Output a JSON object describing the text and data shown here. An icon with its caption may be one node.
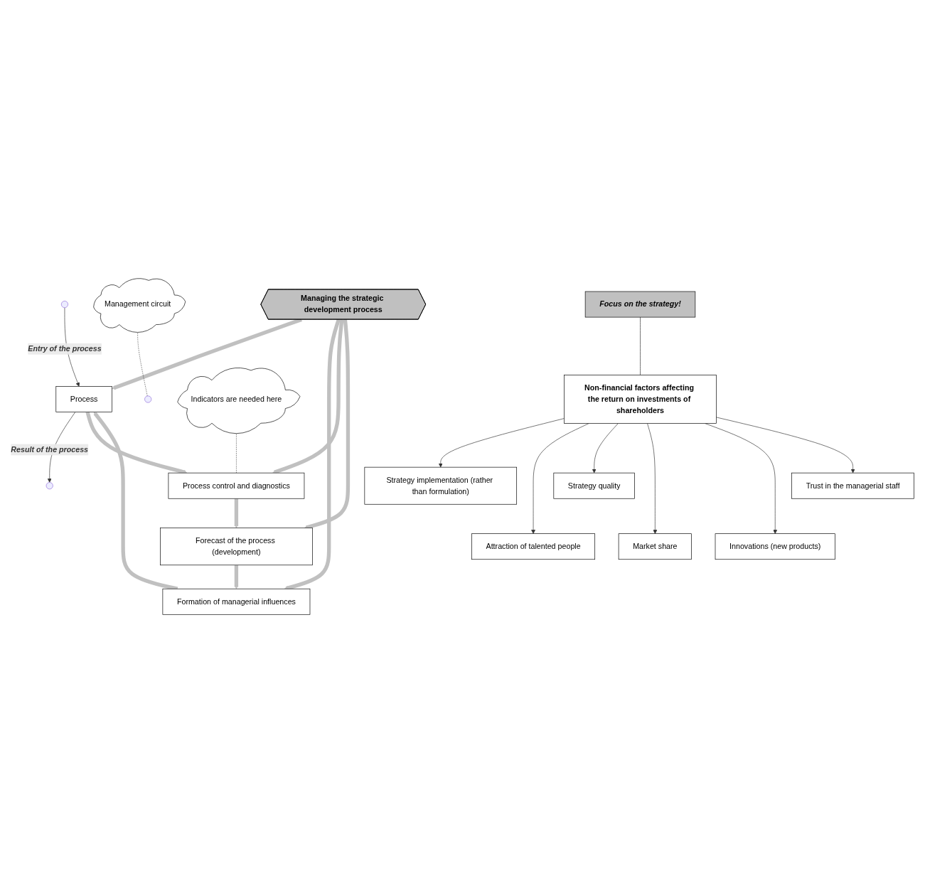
{
  "diagram": {
    "nodes": [
      {
        "text": [
          "Process"
        ]
      },
      {
        "text": [
          "Formation of managerial influences"
        ]
      },
      {
        "text": [
          "Managing the strategic development process"
        ]
      },
      {
        "text": [
          "Process control and diagnostics"
        ]
      },
      {
        "text": [
          "Forecast of the process (development)"
        ]
      },
      {
        "text": [
          "Management circuit"
        ]
      },
      {
        "text": [
          "Indicators are needed here"
        ]
      },
      {
        "text": [
          "Focus on the strategy!"
        ]
      },
      {
        "text": [
          "Non-financial factors affecting the return on investments of shareholders"
        ]
      },
      {
        "text": [
          "Strategy implementation (rather than formulation)"
        ]
      },
      {
        "text": [
          "Strategy quality"
        ]
      },
      {
        "text": [
          "Trust in the managerial staff"
        ]
      },
      {
        "text": [
          "Attraction of talented people"
        ]
      },
      {
        "text": [
          "Market share"
        ]
      },
      {
        "text": [
          "Innovations (new products)"
        ]
      }
    ],
    "edges": [
      {
        "from": null,
        "to": 0,
        "arrow": "to",
        "label": "Entry of the process"
      },
      {
        "from": 0,
        "to": null,
        "arrow": "to",
        "label": "Result of the process"
      },
      {
        "from": 0,
        "to": 3,
        "arrow": "to",
        "style": "thick",
        "color": "#c0c0c0"
      },
      {
        "from": 3,
        "to": 4,
        "arrow": "to",
        "style": "thick",
        "color": "#c0c0c0"
      },
      {
        "from": 4,
        "to": 1,
        "arrow": "to",
        "style": "thick",
        "color": "#c0c0c0"
      },
      {
        "from": 1,
        "to": 0,
        "arrow": "to",
        "style": "thick",
        "color": "#c0c0c0"
      },
      {
        "from": 2,
        "to": 0,
        "arrow": "to",
        "style": "thick",
        "color": "#c0c0c0"
      },
      {
        "from": 2,
        "to": 1,
        "arrow": "to",
        "style": "thick",
        "color": "#c0c0c0"
      },
      {
        "from": 2,
        "to": 3,
        "arrow": "to",
        "style": "thick",
        "color": "#c0c0c0"
      },
      {
        "from": 2,
        "to": 4,
        "arrow": "to",
        "style": "thick",
        "color": "#c0c0c0"
      },
      {
        "from": 5,
        "to": null,
        "arrow": "none",
        "style": "dashed"
      },
      {
        "from": 6,
        "to": 3,
        "arrow": "none",
        "style": "dashed"
      },
      {
        "from": 7,
        "to": 8,
        "arrow": "none"
      },
      {
        "from": 8,
        "to": 9,
        "arrow": "to"
      },
      {
        "from": 8,
        "to": 12,
        "arrow": "to"
      },
      {
        "from": 8,
        "to": 10,
        "arrow": "to"
      },
      {
        "from": 8,
        "to": 13,
        "arrow": "to"
      },
      {
        "from": 8,
        "to": 14,
        "arrow": "to"
      },
      {
        "from": 8,
        "to": 11,
        "arrow": "to"
      }
    ]
  }
}
